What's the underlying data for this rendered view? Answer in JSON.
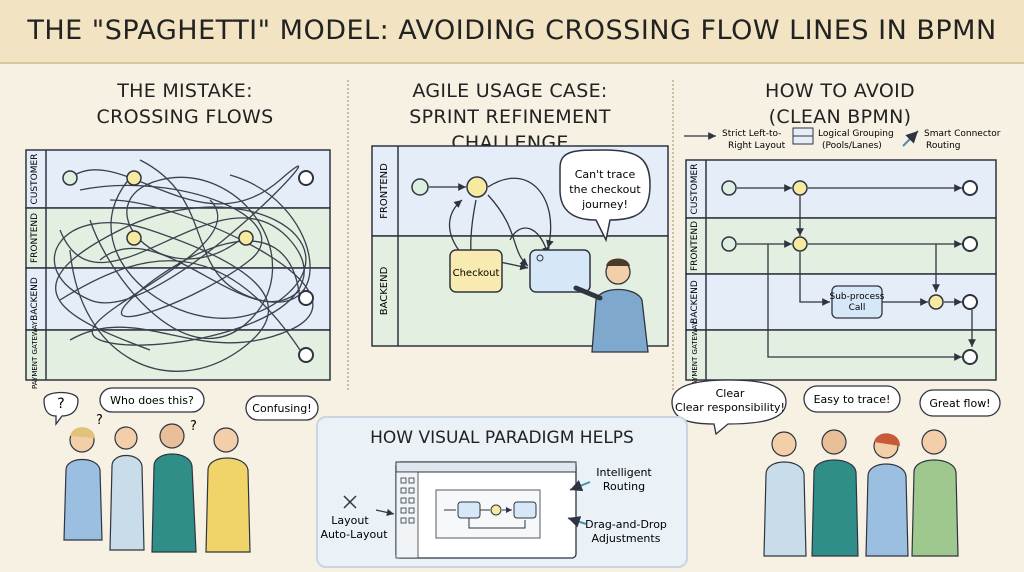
{
  "title": "THE \"SPAGHETTI\" MODEL: AVOIDING CROSSING FLOW LINES IN BPMN",
  "columns": {
    "mistake": {
      "line1": "THE MISTAKE:",
      "line2": "CROSSING FLOWS",
      "lanes": [
        "CUSTOMER",
        "FRONTEND",
        "BACKEND",
        "PAYMENT GATEWAY"
      ]
    },
    "agile": {
      "line1": "AGILE USAGE CASE:",
      "line2": "SPRINT REFINEMENT CHALLENGE",
      "lanes": [
        "FRONTEND",
        "BACKEND"
      ],
      "task": "Checkout",
      "bubble": [
        "Can't trace",
        "the checkout",
        "journey!"
      ]
    },
    "avoid": {
      "line1": "HOW TO AVOID",
      "line2": "(CLEAN BPMN)",
      "lanes": [
        "CUSTOMER",
        "FRONTEND",
        "BACKEND",
        "PAYMENT GATEWAY"
      ],
      "legend": {
        "layout": [
          "Strict Left-to-",
          "Right Layout"
        ],
        "grouping": [
          "Logical Grouping",
          "(Pools/Lanes)"
        ],
        "routing": [
          "Smart Connector",
          "Routing"
        ]
      },
      "subprocess": [
        "Sub-process",
        "Call"
      ]
    }
  },
  "speech": {
    "q": "?",
    "q2": "?",
    "q3": "?",
    "who": "Who does this?",
    "confusing": "Confusing!",
    "clear": [
      "Clear",
      "Clear responsibility!"
    ],
    "easy": "Easy to trace!",
    "great": "Great flow!"
  },
  "vp": {
    "title": "HOW VISUAL PARADIGM HELPS",
    "layout": [
      "Layout",
      "Auto-Layout"
    ],
    "routing": [
      "Intelligent",
      "Routing"
    ],
    "drag": [
      "Drag-and-Drop",
      "Adjustments"
    ]
  },
  "colors": {
    "banner": "#f2e4c2",
    "lane_blue": "#e4edf8",
    "lane_green": "#e3efe0",
    "node_yellow": "#f8e9a0",
    "task_blue": "#d6e8f7",
    "ink": "#2f3440"
  }
}
